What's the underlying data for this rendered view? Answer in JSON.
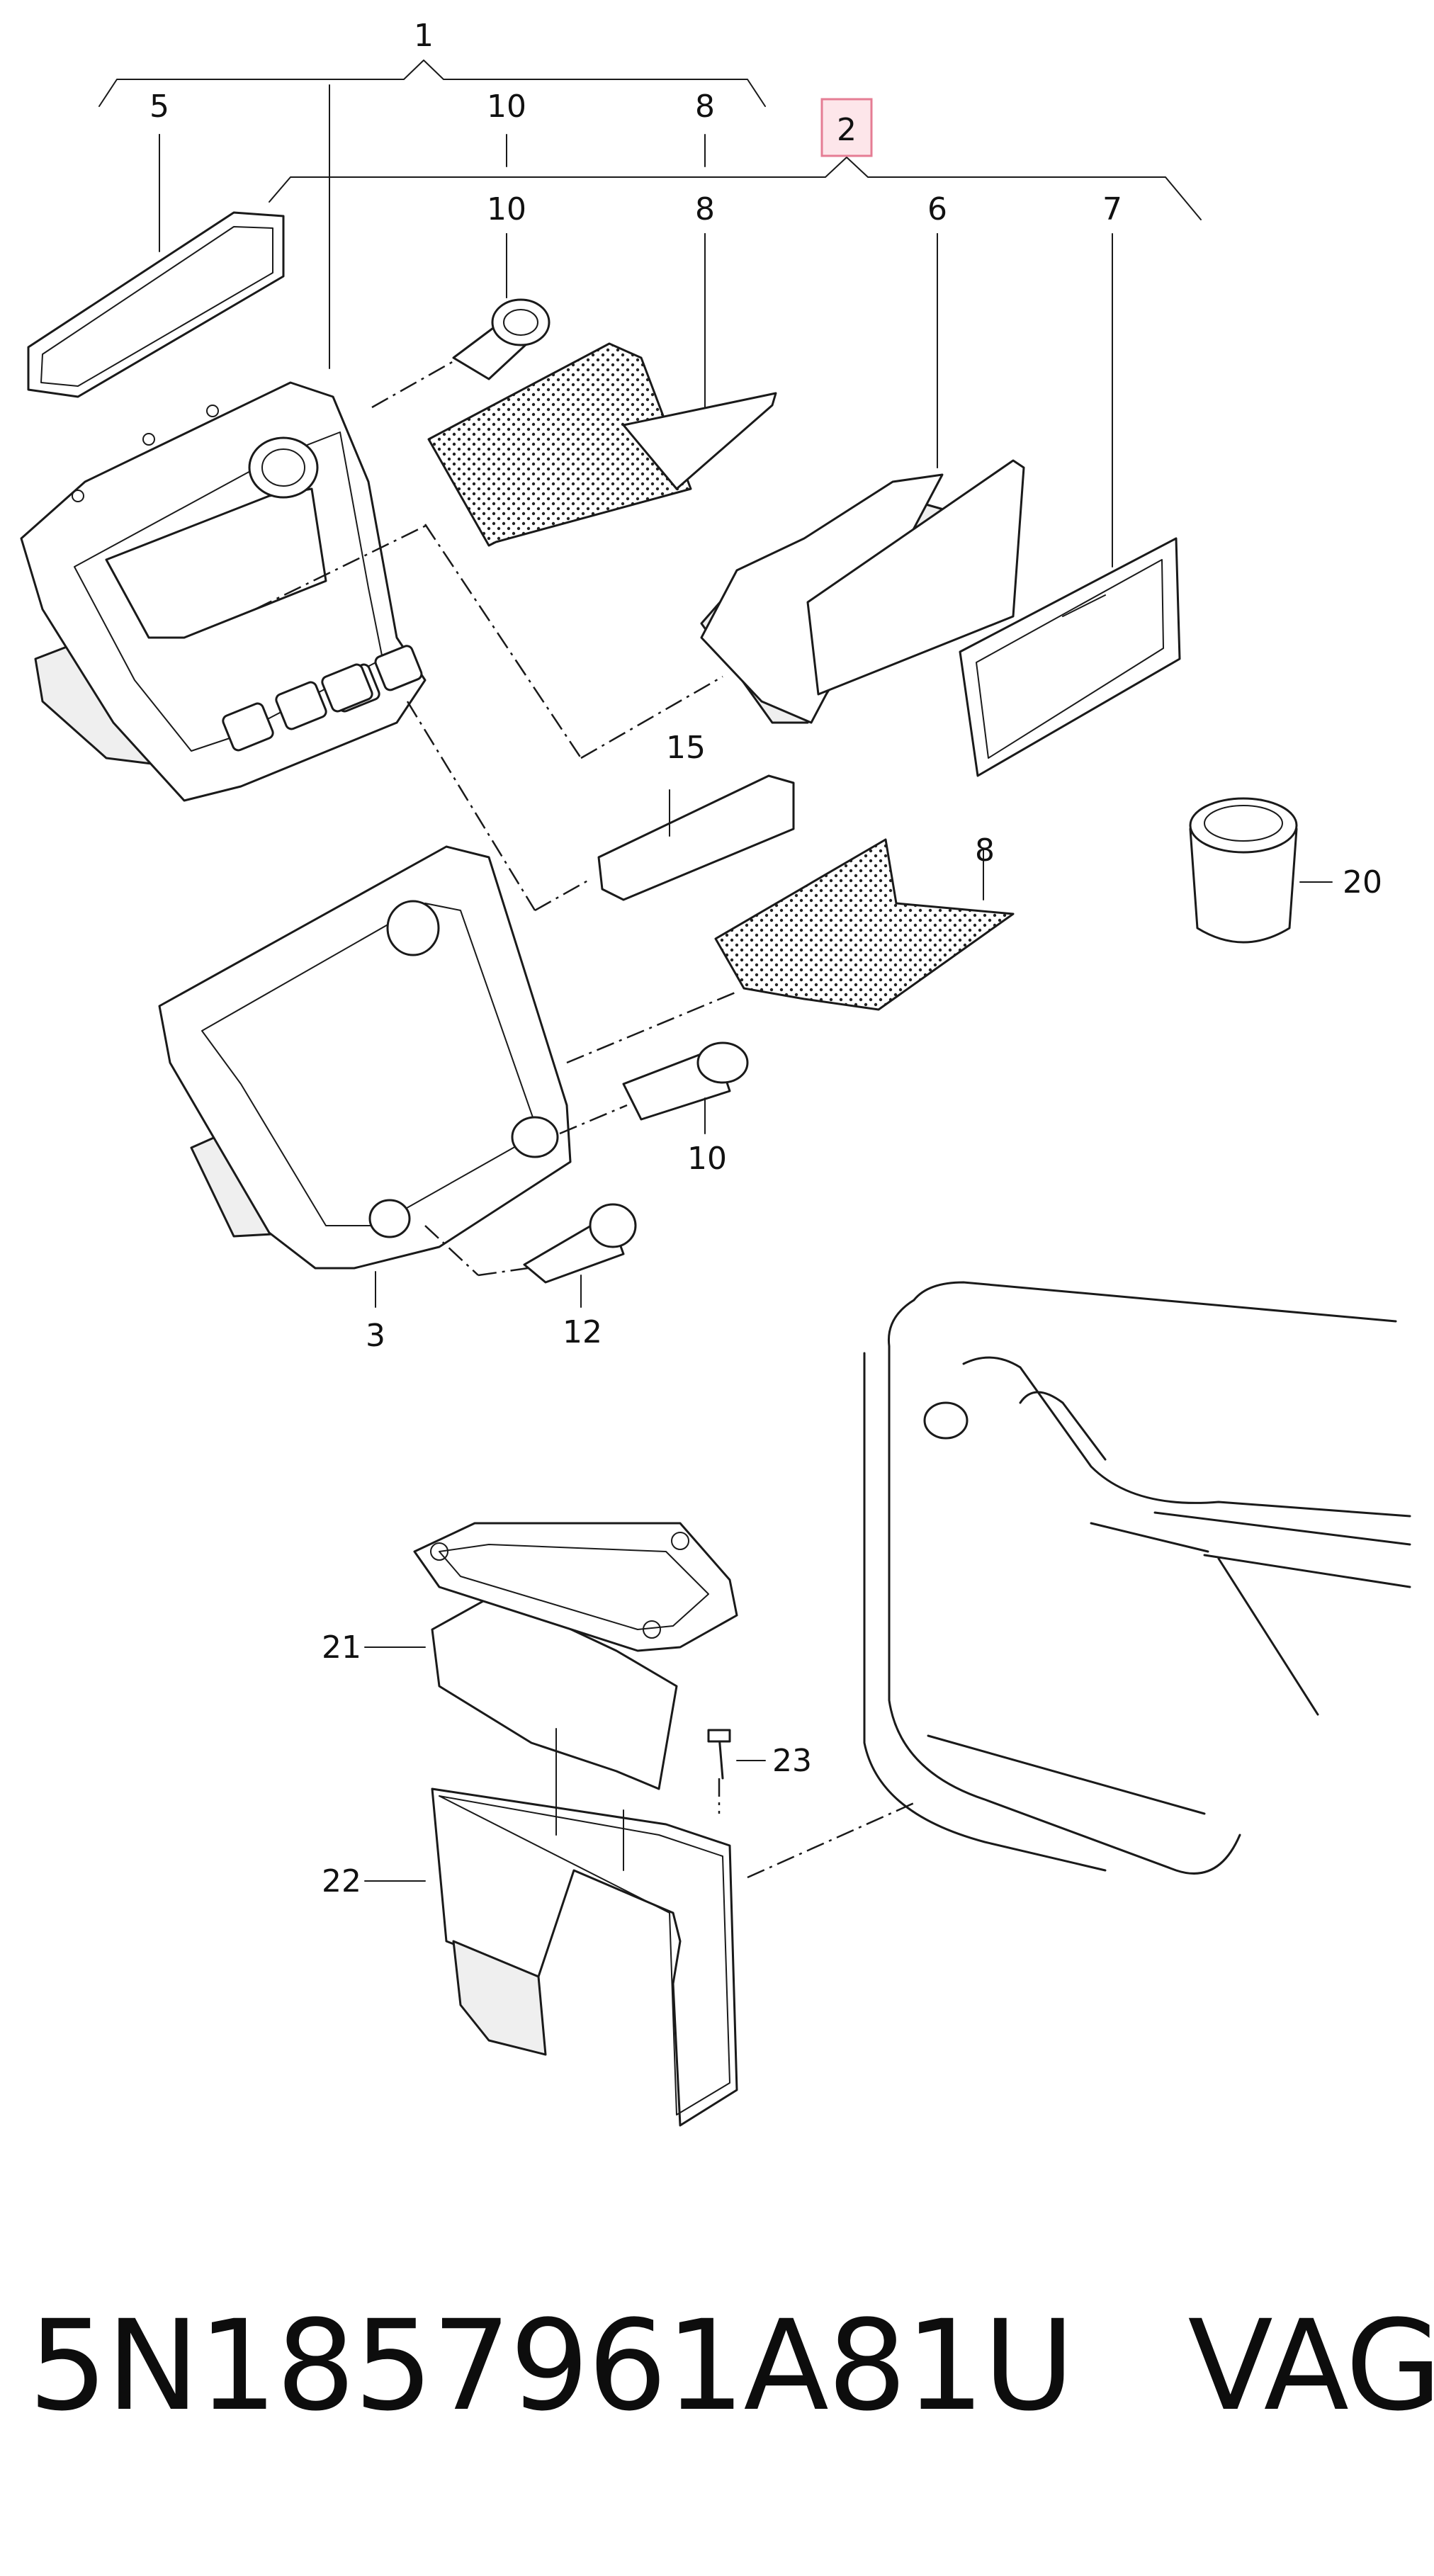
{
  "diagram": {
    "type": "exploded parts diagram",
    "callouts": [
      {
        "id": "c1",
        "label": "1"
      },
      {
        "id": "c5",
        "label": "5"
      },
      {
        "id": "c10a",
        "label": "10"
      },
      {
        "id": "c8a",
        "label": "8"
      },
      {
        "id": "c2",
        "label": "2",
        "highlighted": true
      },
      {
        "id": "c10b",
        "label": "10"
      },
      {
        "id": "c8b",
        "label": "8"
      },
      {
        "id": "c6",
        "label": "6"
      },
      {
        "id": "c7",
        "label": "7"
      },
      {
        "id": "c15",
        "label": "15"
      },
      {
        "id": "c8c",
        "label": "8"
      },
      {
        "id": "c20",
        "label": "20"
      },
      {
        "id": "c10c",
        "label": "10"
      },
      {
        "id": "c3",
        "label": "3"
      },
      {
        "id": "c12",
        "label": "12"
      },
      {
        "id": "c21",
        "label": "21"
      },
      {
        "id": "c23",
        "label": "23"
      },
      {
        "id": "c22",
        "label": "22"
      }
    ],
    "highlight_color": "#fde6ea",
    "highlight_border": "#e57d94"
  },
  "caption": {
    "part_number": "5N1857961A81U",
    "brand": "VAG",
    "text": "5N1857961A81U   VAG"
  }
}
